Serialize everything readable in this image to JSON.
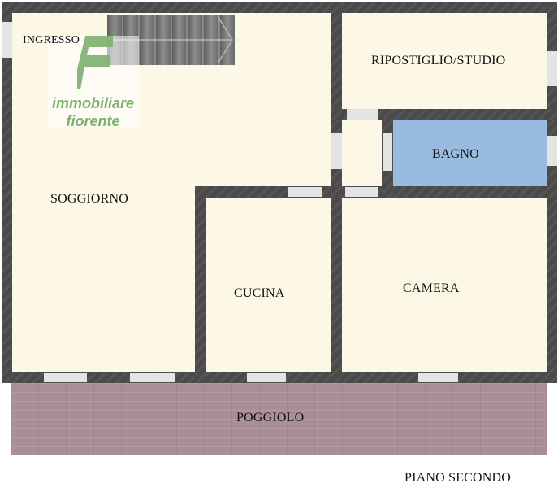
{
  "plan": {
    "title": "PIANO SECONDO",
    "rooms": [
      {
        "id": "ingresso",
        "label": "INGRESSO"
      },
      {
        "id": "soggiorno",
        "label": "SOGGIORNO"
      },
      {
        "id": "cucina",
        "label": "CUCINA"
      },
      {
        "id": "ripostiglio",
        "label": "RIPOSTIGLIO/STUDIO"
      },
      {
        "id": "bagno",
        "label": "BAGNO"
      },
      {
        "id": "camera",
        "label": "CAMERA"
      },
      {
        "id": "poggiolo",
        "label": "POGGIOLO"
      }
    ]
  },
  "logo": {
    "mark": "F",
    "line1": "immobiliare",
    "line2": "fiorente",
    "color": "#7db06f"
  },
  "colors": {
    "floor": "#fdf7e6",
    "wall": "#4a4a4a",
    "bathroom": "#99bbdf",
    "balcony": "#a98e95",
    "window": "#e4e4e4"
  }
}
